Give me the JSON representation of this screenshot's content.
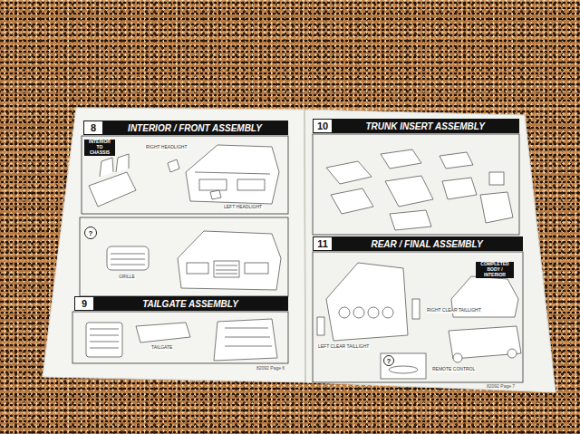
{
  "diagram": {
    "nodes": [
      {
        "text": [
          "8",
          "INTERIOR / FRONT ASSEMBLY"
        ]
      },
      {
        "text": [
          "INTERIOR TO CHASSIS"
        ]
      },
      {
        "text": [
          "?"
        ]
      },
      {
        "text": [
          "9",
          "TAILGATE ASSEMBLY"
        ]
      },
      {
        "text": [
          "10",
          "TRUNK INSERT ASSEMBLY"
        ]
      },
      {
        "text": [
          "11",
          "REAR / FINAL ASSEMBLY"
        ]
      },
      {
        "text": [
          "?"
        ]
      },
      {
        "text": [
          "COMPLETED BODY / INTERIOR"
        ]
      }
    ],
    "labels": [
      "RIGHT HEADLIGHT",
      "LEFT HEADLIGHT",
      "GRILLE",
      "TAILGATE",
      "LEFT CLEAR TAILLIGHT",
      "RIGHT CLEAR TAILLIGHT",
      "REMOTE CONTROL",
      "82092 Page 6",
      "82092 Page 7"
    ]
  }
}
